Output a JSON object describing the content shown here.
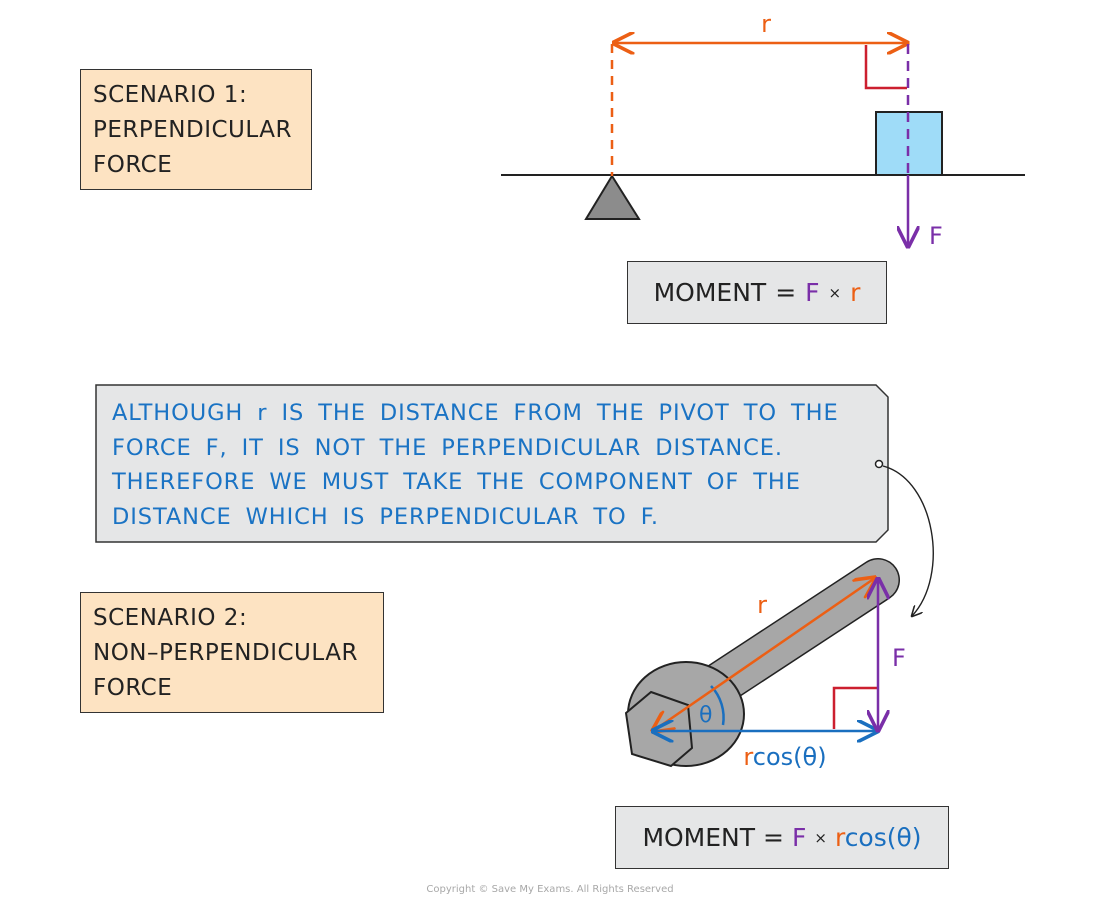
{
  "scenario1": {
    "lines": [
      "SCENARIO 1:",
      "PERPENDICULAR",
      "FORCE"
    ]
  },
  "scenario2": {
    "lines": [
      "SCENARIO 2:",
      "NON–PERPENDICULAR",
      "FORCE"
    ]
  },
  "diagram1": {
    "distance_label": "r",
    "force_label": "F"
  },
  "formula1": {
    "moment": "MOMENT",
    "equals": "=",
    "force": "F",
    "times": "×",
    "distance": "r"
  },
  "note": {
    "lines": [
      "ALTHOUGH r IS THE DISTANCE FROM THE PIVOT TO THE",
      "FORCE F, IT IS NOT THE PERPENDICULAR DISTANCE.",
      "THEREFORE WE MUST TAKE THE COMPONENT OF THE",
      "DISTANCE WHICH IS PERPENDICULAR TO F."
    ]
  },
  "diagram2": {
    "distance_label": "r",
    "force_label": "F",
    "angle_label": "θ",
    "component_label_r": "r",
    "component_label_cos": "cos(θ)"
  },
  "formula2": {
    "moment": "MOMENT",
    "equals": "=",
    "force": "F",
    "times": "×",
    "distance_r": "r",
    "distance_cos": "cos(θ)"
  },
  "footer": {
    "copyright": "Copyright © Save My Exams. All Rights Reserved"
  },
  "colors": {
    "distance": "#ec5f14",
    "force": "#7a2fa8",
    "component": "#1a6fbf",
    "right_angle": "#cc1f2f",
    "block": "#9fdcf8",
    "pivot": "#8c8c8c",
    "wrench": "#a7a7a7",
    "scenario_bg": "#fde3c2",
    "box_bg": "#e5e6e7"
  }
}
